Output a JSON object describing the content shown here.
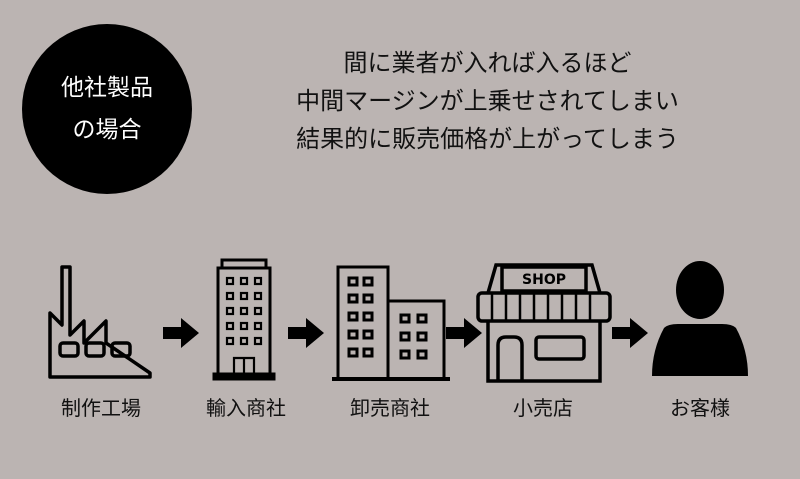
{
  "badge": {
    "line1": "他社製品",
    "line2": "の場合"
  },
  "description": [
    "間に業者が入れば入るほど",
    "中間マージンが上乗せされてしまい",
    "結果的に販売価格が上がってしまう"
  ],
  "flow": [
    {
      "label": "制作工場",
      "icon": "factory-icon"
    },
    {
      "label": "輸入商社",
      "icon": "office-building-icon"
    },
    {
      "label": "卸売商社",
      "icon": "buildings-icon"
    },
    {
      "label": "小売店",
      "icon": "shop-icon",
      "sign": "SHOP"
    },
    {
      "label": "お客様",
      "icon": "person-icon"
    }
  ]
}
